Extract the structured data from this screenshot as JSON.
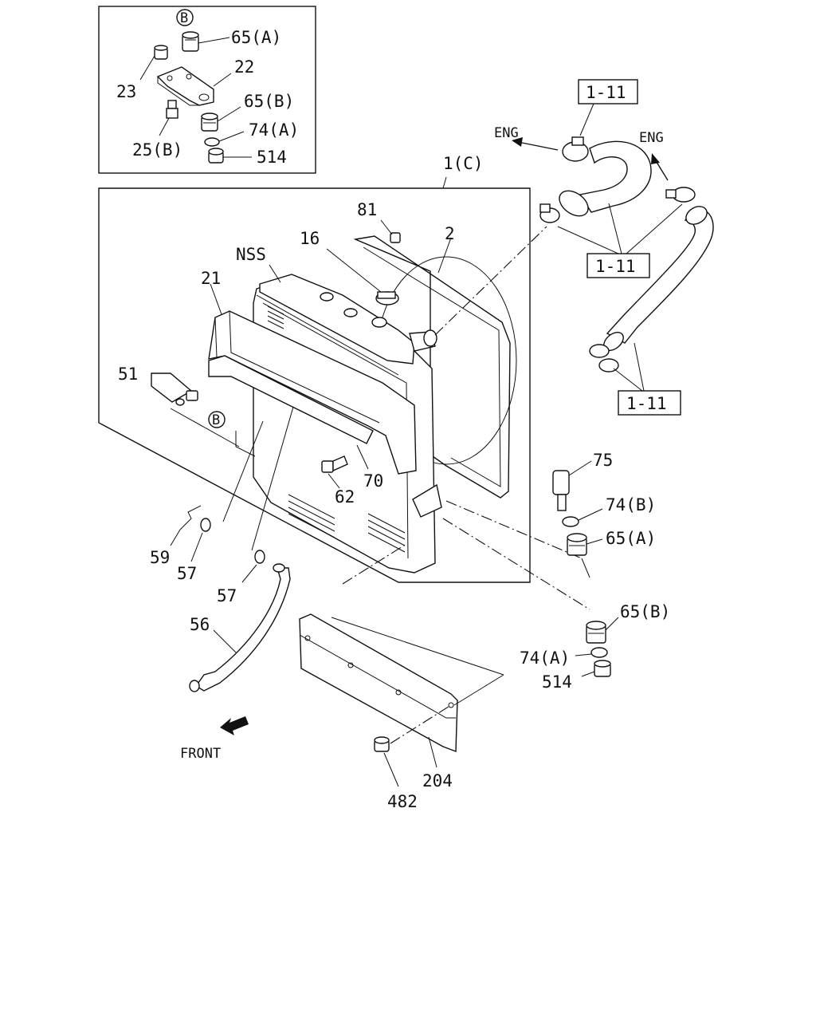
{
  "labels": {
    "inset_b": "B",
    "inset_65a": "65(A)",
    "inset_22": "22",
    "inset_23": "23",
    "inset_65b": "65(B)",
    "inset_74a": "74(A)",
    "inset_25b": "25(B)",
    "inset_514": "514",
    "ref_1_11_top": "1-11",
    "eng_left": "ENG",
    "eng_right": "ENG",
    "ref_1_11_mid": "1-11",
    "ref_1_11_bot": "1-11",
    "p1c": "1(C)",
    "p81": "81",
    "p16": "16",
    "p2": "2",
    "nss": "NSS",
    "p21": "21",
    "p51": "51",
    "bmark": "B",
    "p62": "62",
    "p70": "70",
    "p75": "75",
    "p74b": "74(B)",
    "p65a": "65(A)",
    "p59": "59",
    "p57a": "57",
    "p57b": "57",
    "p56": "56",
    "p65b": "65(B)",
    "p74a": "74(A)",
    "p514": "514",
    "front": "FRONT",
    "p204": "204",
    "p482": "482"
  }
}
